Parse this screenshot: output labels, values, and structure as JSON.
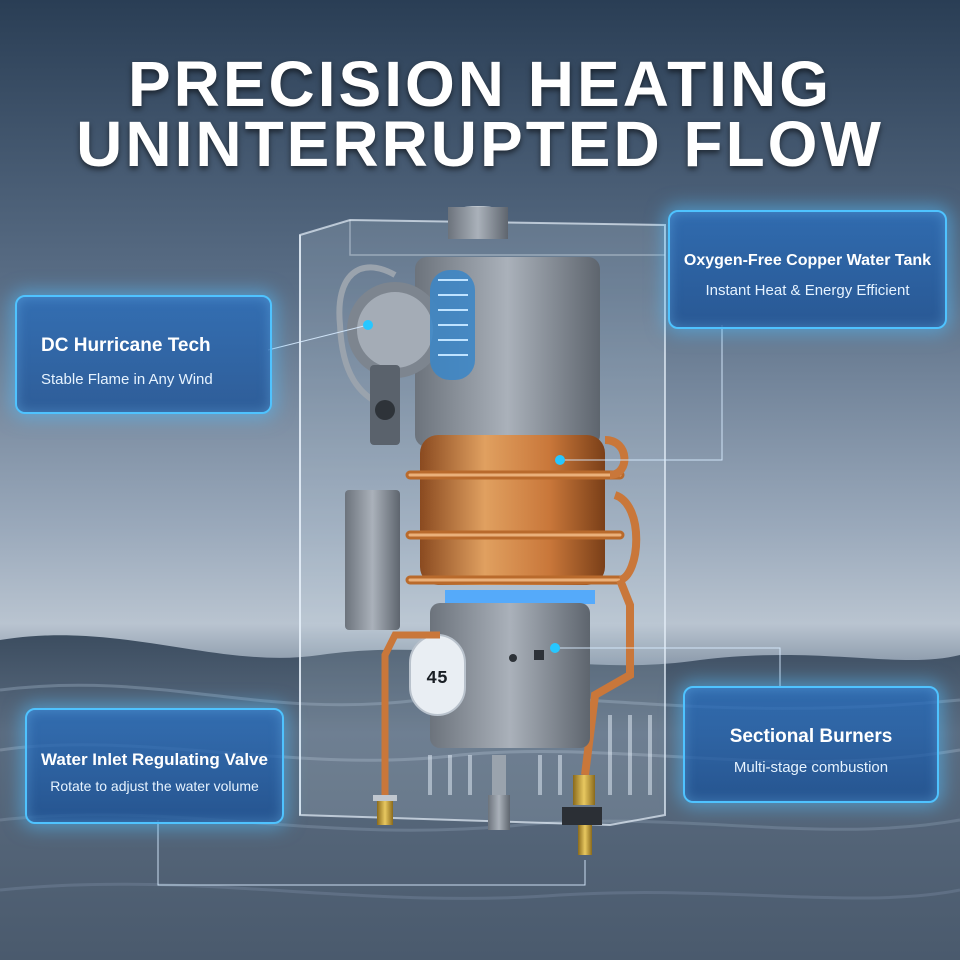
{
  "headline": {
    "line1": "PRECISION HEATING",
    "line2": "UNINTERRUPTED FLOW"
  },
  "callouts": {
    "dc_hurricane": {
      "title": "DC Hurricane Tech",
      "subtitle": "Stable Flame in Any Wind"
    },
    "copper_tank": {
      "title": "Oxygen-Free Copper Water Tank",
      "subtitle": "Instant Heat & Energy Efficient"
    },
    "inlet_valve": {
      "title": "Water Inlet Regulating Valve",
      "subtitle": "Rotate to adjust the water volume"
    },
    "burners": {
      "title": "Sectional Burners",
      "subtitle": "Multi-stage combustion"
    }
  },
  "display_readout": "45",
  "colors": {
    "callout_glow": "#4fc3ff",
    "copper": "#c9773a",
    "brass": "#c9a13c"
  }
}
